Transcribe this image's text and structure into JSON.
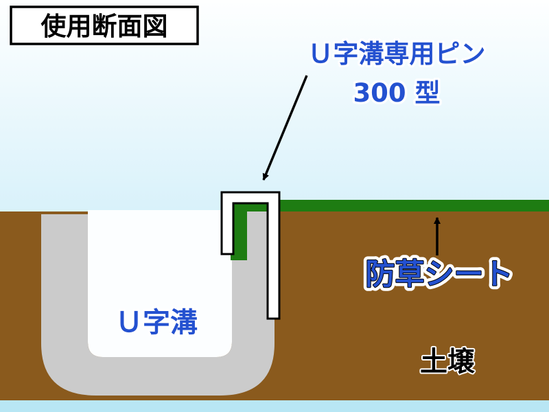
{
  "title": "使用断面図",
  "labels": {
    "pin_line1": "Ｕ字溝専用ピン",
    "pin_line2": "300 型",
    "gutter": "Ｕ字溝",
    "sheet": "防草シート",
    "soil": "土壌"
  },
  "colors": {
    "sky_top": "#feffff",
    "sky_mid": "#ddf3fb",
    "sky_bottom": "#b7e6f4",
    "soil_brown": "#8a5a1d",
    "concrete_gray": "#cbcbcb",
    "cavity_white": "#fcfeff",
    "sheet_green": "#1e7c12",
    "label_blue": "#2451d0",
    "line_black": "#000000"
  }
}
